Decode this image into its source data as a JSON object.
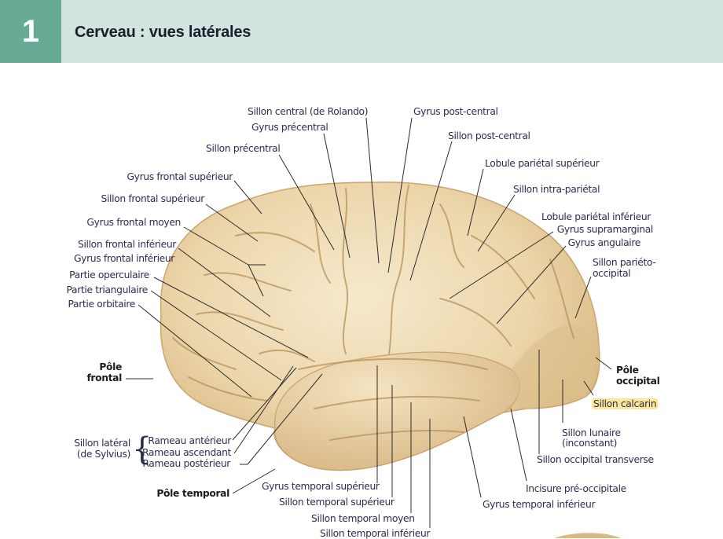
{
  "header": {
    "number": "1",
    "title": "Cerveau : vues latérales",
    "colors": {
      "number_bg": "#67ab96",
      "title_bg": "#d1e4dd",
      "title_text": "#1d1d2e"
    }
  },
  "figure": {
    "brain_color": "#ecd8b0",
    "highlight_color": "#fbe79a",
    "labels": {
      "sillon_central": "Sillon central (de Rolando)",
      "gyrus_post_central": "Gyrus post-central",
      "gyrus_precentral": "Gyrus précentral",
      "sillon_post_central": "Sillon post-central",
      "sillon_precentral": "Sillon précentral",
      "lobule_parietal_sup": "Lobule pariétal supérieur",
      "gyrus_frontal_sup": "Gyrus frontal supérieur",
      "sillon_intra_parietal": "Sillon intra-pariétal",
      "sillon_frontal_sup": "Sillon frontal supérieur",
      "lobule_parietal_inf": "Lobule pariétal inférieur",
      "gyrus_frontal_moyen": "Gyrus frontal moyen",
      "gyrus_supramarginal": "Gyrus supramarginal",
      "gyrus_angulaire": "Gyrus angulaire",
      "sillon_frontal_inf": "Sillon frontal inférieur",
      "gyrus_frontal_inf": "Gyrus frontal inférieur",
      "sillon_parieto_occipital_1": "Sillon pariéto-",
      "sillon_parieto_occipital_2": "occipital",
      "partie_operculaire": "Partie operculaire",
      "partie_triangulaire": "Partie triangulaire",
      "partie_orbitaire": "Partie orbitaire",
      "pole_frontal_1": "Pôle",
      "pole_frontal_2": "frontal",
      "pole_occipital_1": "Pôle",
      "pole_occipital_2": "occipital",
      "sillon_calcarin": "Sillon calcarin",
      "sillon_lateral_1": "Sillon latéral",
      "sillon_lateral_2": "(de Sylvius)",
      "rameau_anterieur": "Rameau antérieur",
      "rameau_ascendant": "Rameau ascendant",
      "rameau_posterieur": "Rameau postérieur",
      "sillon_lunaire_1": "Sillon lunaire",
      "sillon_lunaire_2": "(inconstant)",
      "sillon_occipital_transverse": "Sillon occipital transverse",
      "pole_temporal": "Pôle temporal",
      "gyrus_temporal_sup": "Gyrus temporal supérieur",
      "incisure_pre_occipitale": "Incisure pré-occipitale",
      "sillon_temporal_sup": "Sillon temporal supérieur",
      "gyrus_temporal_inf": "Gyrus temporal inférieur",
      "sillon_temporal_moyen": "Sillon temporal moyen",
      "sillon_temporal_inf": "Sillon temporal inférieur"
    }
  }
}
